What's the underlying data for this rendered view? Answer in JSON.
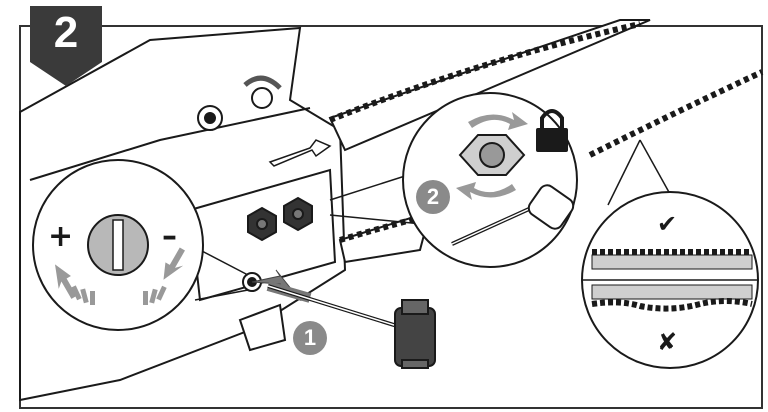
{
  "step": {
    "number": "2"
  },
  "dial": {
    "plus_label": "+",
    "minus_label": "–"
  },
  "callouts": {
    "one": "1",
    "two": "2"
  },
  "chain_check": {
    "correct_mark": "✔",
    "wrong_mark": "✘"
  },
  "icons": {
    "lock": "lock-icon",
    "rotate": "rotate-arrows-icon",
    "push": "push-arrow-icon",
    "dial": "tension-dial-icon",
    "wrench": "wrench-icon",
    "nut": "nut-icon"
  },
  "colors": {
    "badge": "#3a3a3a",
    "line": "#1a1a1a",
    "grey": "#8a8a8a"
  }
}
